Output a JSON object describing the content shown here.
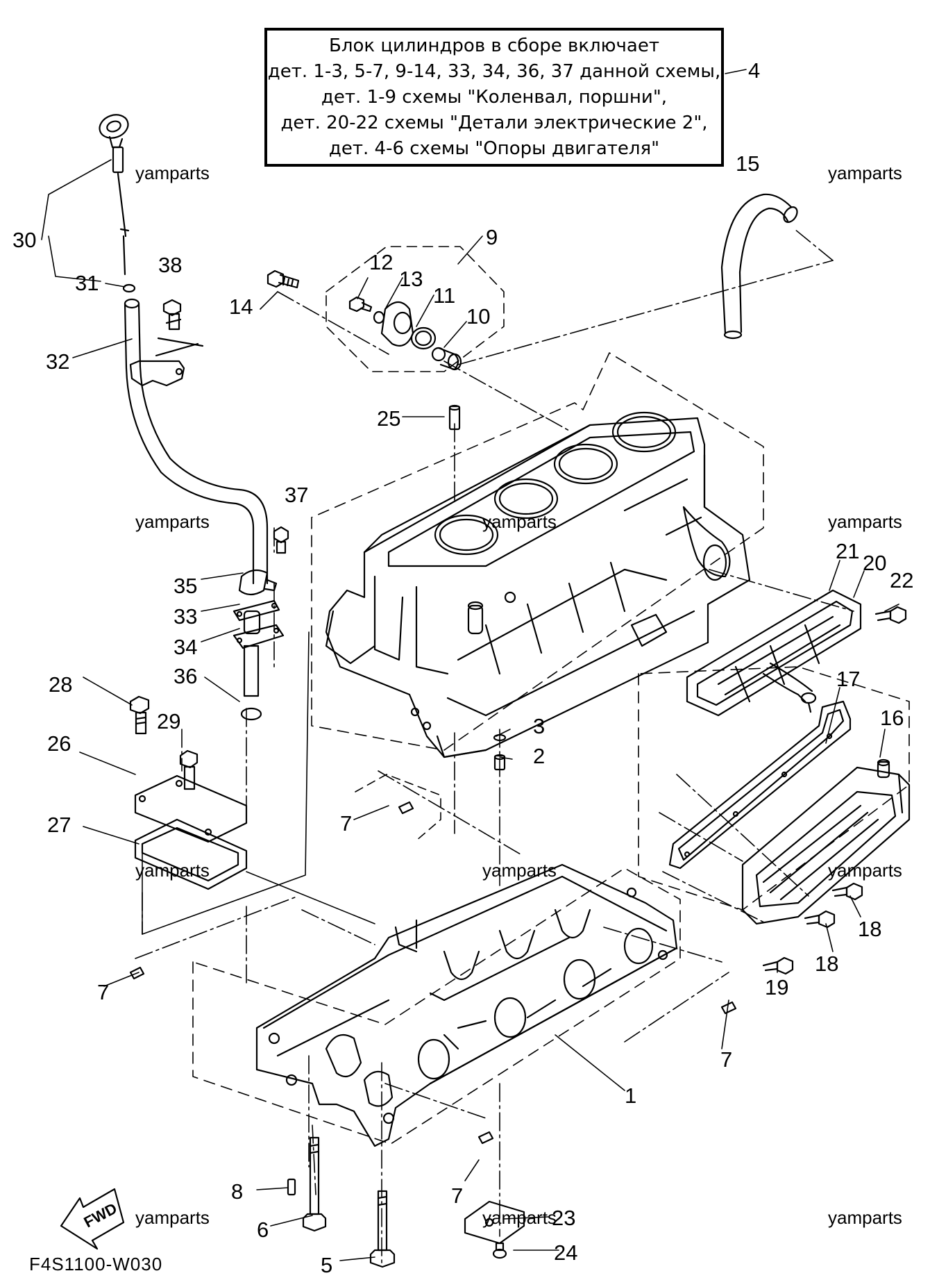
{
  "note": {
    "lines": [
      "Блок цилиндров в сборе включает",
      "дет. 1-3, 5-7, 9-14, 33, 34, 36, 37 данной схемы,",
      "дет. 1-9 схемы \"Коленвал, поршни\",",
      "дет. 20-22 схемы \"Детали электрические 2\",",
      "дет. 4-6 схемы \"Опоры двигателя\""
    ],
    "ref": "4"
  },
  "callouts": [
    "30",
    "31",
    "38",
    "32",
    "14",
    "12",
    "13",
    "11",
    "10",
    "9",
    "15",
    "25",
    "37",
    "35",
    "33",
    "34",
    "36",
    "28",
    "29",
    "26",
    "27",
    "21",
    "20",
    "22",
    "17",
    "16",
    "3",
    "2",
    "7",
    "7",
    "7",
    "7",
    "18",
    "18",
    "19",
    "1",
    "8",
    "6",
    "5",
    "23",
    "24"
  ],
  "watermark": "yamparts",
  "drawing_code": "F4S1100-W030",
  "fwd_label": "FWD"
}
